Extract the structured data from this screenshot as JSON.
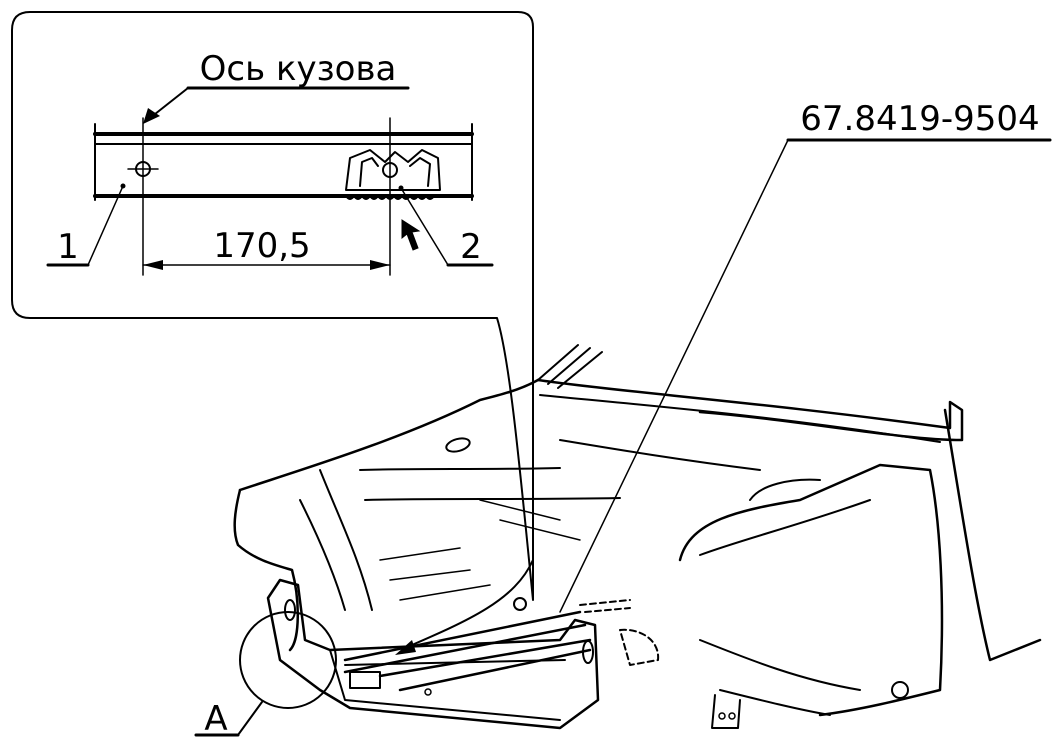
{
  "inset": {
    "axis_label": "Ось кузова",
    "dimension": "170,5",
    "callout_1": "1",
    "callout_2": "2"
  },
  "part_number": "67.8419-9504",
  "view_label": "A"
}
